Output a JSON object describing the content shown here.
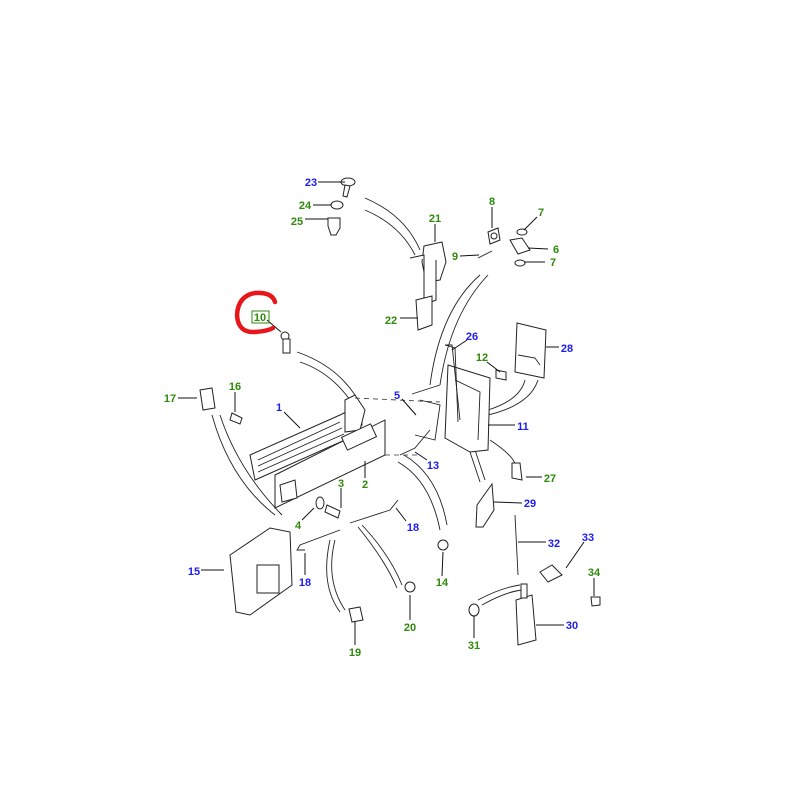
{
  "diagram": {
    "title": "Door lock and handle components exploded parts diagram",
    "colors": {
      "blue": "#1c1cf0",
      "green": "#2e8a0a",
      "highlight": "#e8151b"
    },
    "highlighted_callout": "10",
    "callouts": [
      {
        "number": "23",
        "color": "blue"
      },
      {
        "number": "24",
        "color": "green"
      },
      {
        "number": "25",
        "color": "green"
      },
      {
        "number": "21",
        "color": "green"
      },
      {
        "number": "8",
        "color": "green"
      },
      {
        "number": "7",
        "color": "green"
      },
      {
        "number": "6",
        "color": "green"
      },
      {
        "number": "9",
        "color": "green"
      },
      {
        "number": "7",
        "color": "green"
      },
      {
        "number": "22",
        "color": "green"
      },
      {
        "number": "10",
        "color": "green"
      },
      {
        "number": "26",
        "color": "blue"
      },
      {
        "number": "12",
        "color": "green"
      },
      {
        "number": "28",
        "color": "blue"
      },
      {
        "number": "5",
        "color": "blue"
      },
      {
        "number": "17",
        "color": "green"
      },
      {
        "number": "16",
        "color": "green"
      },
      {
        "number": "1",
        "color": "blue"
      },
      {
        "number": "11",
        "color": "blue"
      },
      {
        "number": "13",
        "color": "blue"
      },
      {
        "number": "27",
        "color": "green"
      },
      {
        "number": "2",
        "color": "green"
      },
      {
        "number": "29",
        "color": "blue"
      },
      {
        "number": "3",
        "color": "green"
      },
      {
        "number": "4",
        "color": "green"
      },
      {
        "number": "18",
        "color": "blue"
      },
      {
        "number": "32",
        "color": "blue"
      },
      {
        "number": "33",
        "color": "blue"
      },
      {
        "number": "15",
        "color": "blue"
      },
      {
        "number": "18",
        "color": "blue"
      },
      {
        "number": "14",
        "color": "green"
      },
      {
        "number": "34",
        "color": "green"
      },
      {
        "number": "30",
        "color": "blue"
      },
      {
        "number": "20",
        "color": "green"
      },
      {
        "number": "31",
        "color": "green"
      },
      {
        "number": "19",
        "color": "green"
      }
    ]
  }
}
